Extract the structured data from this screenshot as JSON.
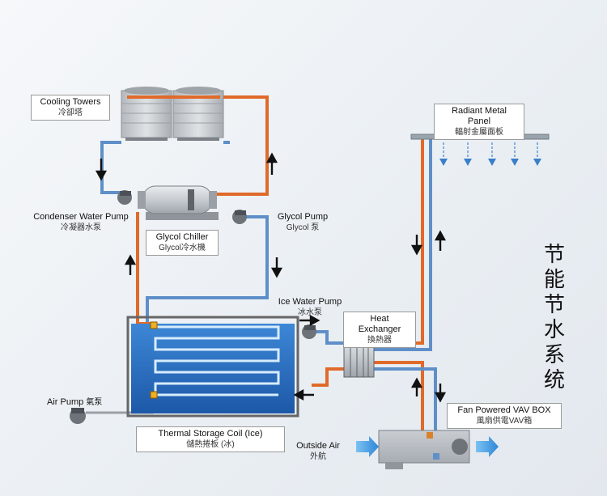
{
  "title": "节能节水系统",
  "labels": {
    "cooling_towers": {
      "en": "Cooling Towers",
      "zh": "冷卻塔"
    },
    "radiant_panel": {
      "en": "Radiant Metal Panel",
      "zh": "輻射金屬面板"
    },
    "condenser_pump": {
      "en": "Condenser Water Pump",
      "zh": "冷凝器水泵"
    },
    "glycol_pump": {
      "en": "Glycol Pump",
      "zh": "Glycol 泵"
    },
    "glycol_chiller": {
      "en": "Glycol Chiller",
      "zh": "Glycol冷水機"
    },
    "ice_water_pump": {
      "en": "Ice Water Pump",
      "zh": "冰水泵"
    },
    "heat_exchanger": {
      "en": "Heat Exchanger",
      "zh": "換熱器"
    },
    "air_pump": {
      "en": "Air Pump",
      "zh": "氣泵"
    },
    "thermal_storage": {
      "en": "Thermal Storage Coil (Ice)",
      "zh": "儲熱捲板 (冰)"
    },
    "outside_air": {
      "en": "Outside Air",
      "zh": "外航"
    },
    "fan_vav": {
      "en": "Fan Powered VAV BOX",
      "zh": "風扇供電VAV箱"
    }
  },
  "colors": {
    "supply_line": "#e06a2a",
    "return_line": "#5f8fc8",
    "dark_return_line": "#3a5a9a",
    "tank_water": "#2f74c8",
    "arrow_blue": "#3a8fd8"
  }
}
